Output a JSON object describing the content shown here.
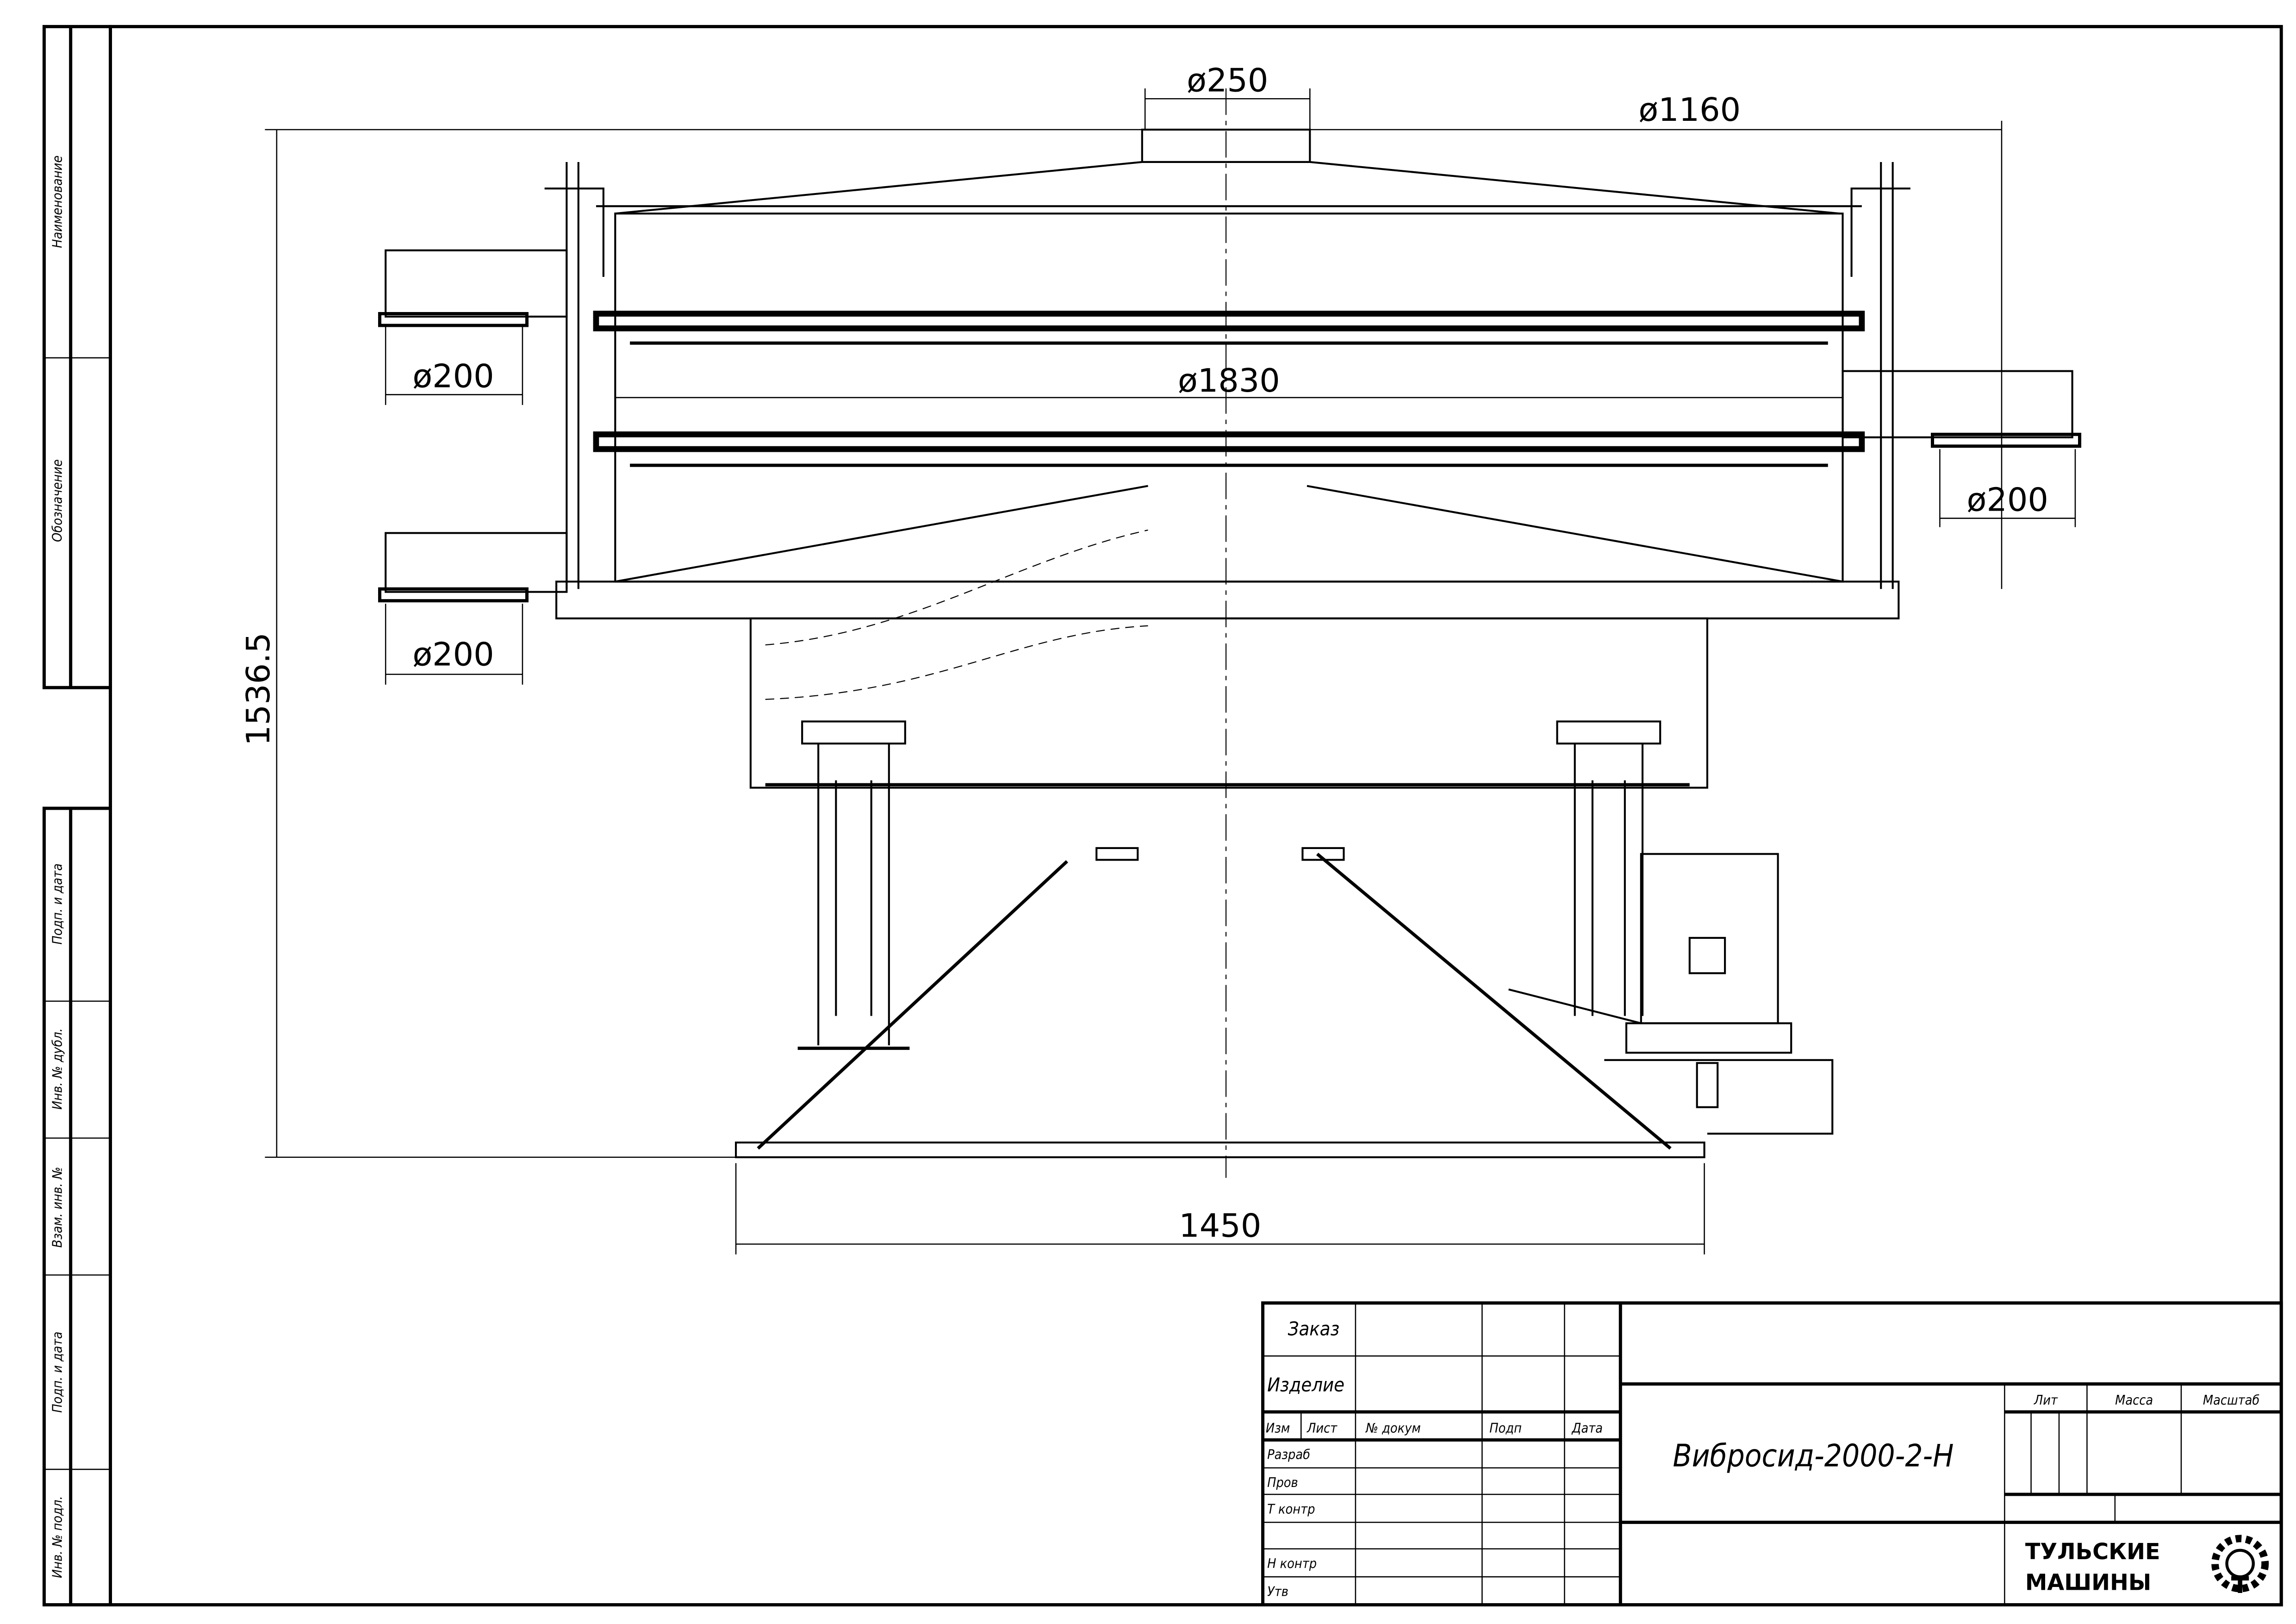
{
  "drawing": {
    "dimensions": {
      "outlet_top": "ø250",
      "overall_diameter": "ø1160",
      "screen_diameter": "ø1830",
      "outlet_left_top": "ø200",
      "outlet_left_bottom": "ø200",
      "outlet_right": "ø200",
      "height": "1536.5",
      "base_width": "1450"
    }
  },
  "side_stamp": {
    "cells": [
      "Наименование",
      "Обозначение",
      "Подп. и дата",
      "Инв. № дубл.",
      "Взам. инв. №",
      "Подп. и дата",
      "Инв. № подл."
    ]
  },
  "title_block": {
    "order_label": "Заказ",
    "product_label": "Изделие",
    "headers": [
      "Изм",
      "Лист",
      "№ докум",
      "Подп",
      "Дата"
    ],
    "rows": [
      "Разраб",
      "Пров",
      "Т контр",
      "",
      "Н контр",
      "Утв"
    ],
    "designation": "Вибросид-2000-2-Н",
    "lit_label": "Лит",
    "mass_label": "Масса",
    "scale_label": "Масштаб",
    "company_line1": "ТУЛЬСКИЕ",
    "company_line2": "МАШИНЫ"
  }
}
